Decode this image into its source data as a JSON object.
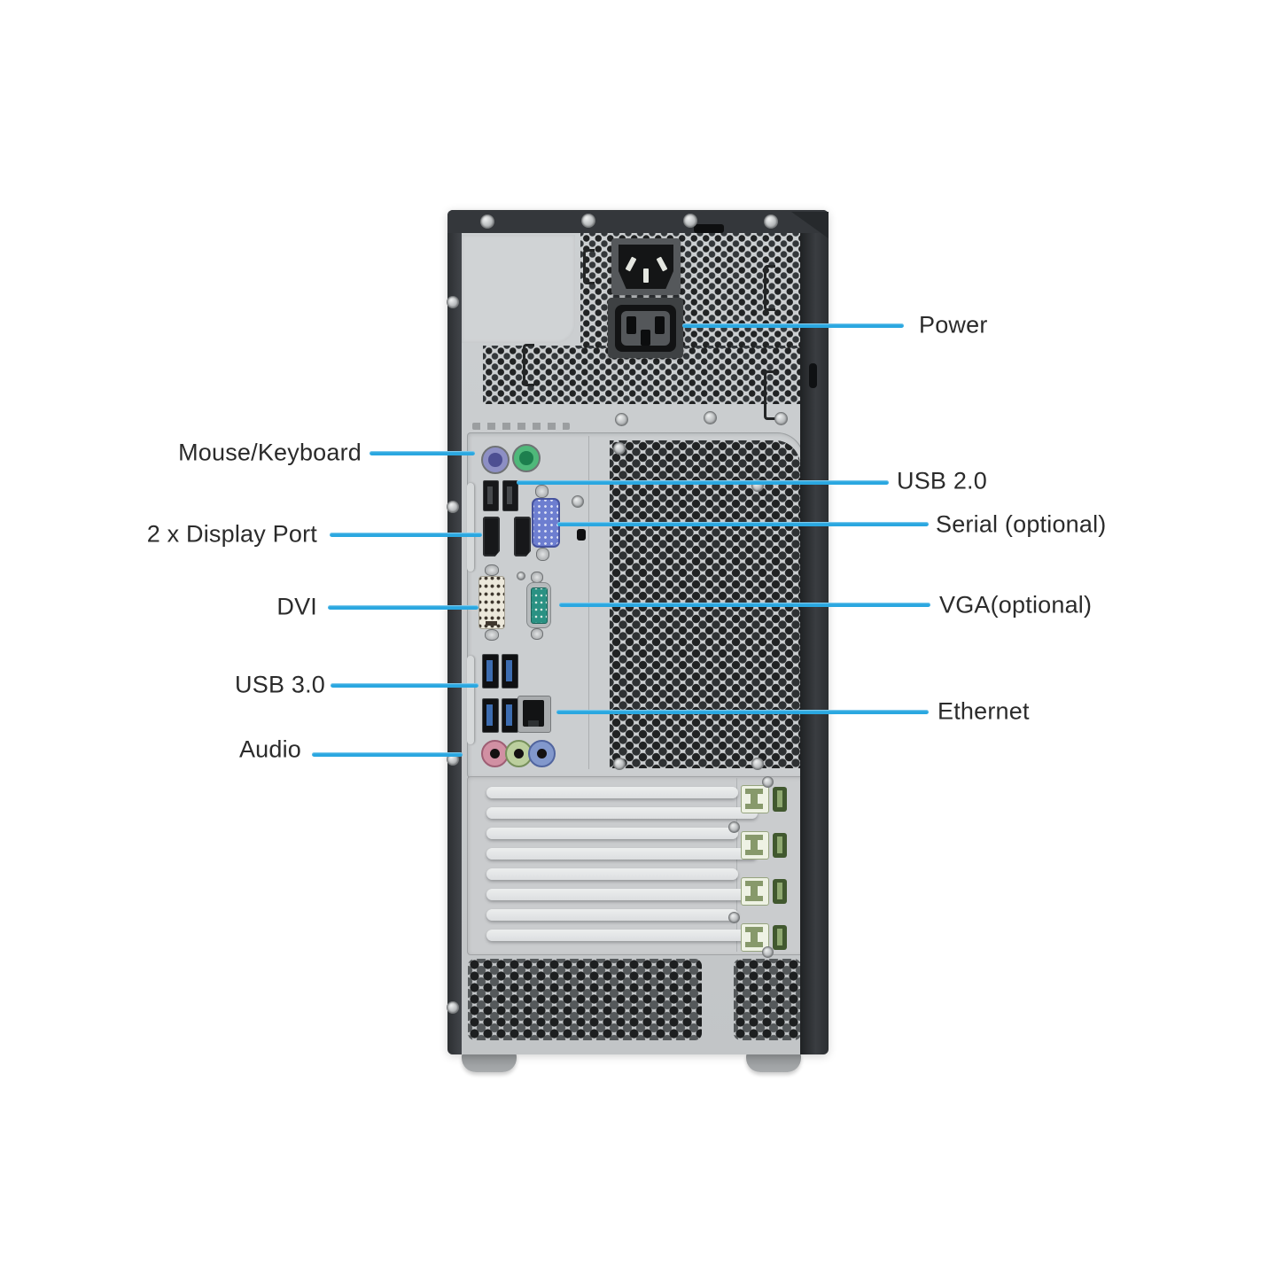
{
  "colors": {
    "accent": "#2aa7e0",
    "label": "#2b2b2b",
    "frame": "#34373b",
    "panel": "#c8cbcd"
  },
  "labels": {
    "left": [
      "Mouse/Keyboard",
      "2 x Display Port",
      "DVI",
      "USB 3.0",
      "Audio"
    ],
    "right": [
      "Power",
      "USB 2.0",
      "Serial (optional)",
      "VGA(optional)",
      "Ethernet"
    ]
  },
  "port_icons": [
    "power-inlet-c14-icon",
    "power-outlet-c13-icon",
    "ps2-port-purple-icon",
    "ps2-port-green-icon",
    "usb2-port-icon",
    "usb2-port-icon",
    "displayport-icon",
    "displayport-icon",
    "vga-dsub-port-icon",
    "dvi-port-icon",
    "serial-dsub-port-icon",
    "usb3-port-icon",
    "usb3-port-icon",
    "usb3-port-icon",
    "usb3-port-icon",
    "ethernet-rj45-port-icon",
    "audio-jack-pink-icon",
    "audio-jack-green-icon",
    "audio-jack-blue-icon",
    "expansion-slot-clip-icon",
    "expansion-slot-clip-icon",
    "expansion-slot-clip-icon",
    "expansion-slot-clip-icon"
  ]
}
